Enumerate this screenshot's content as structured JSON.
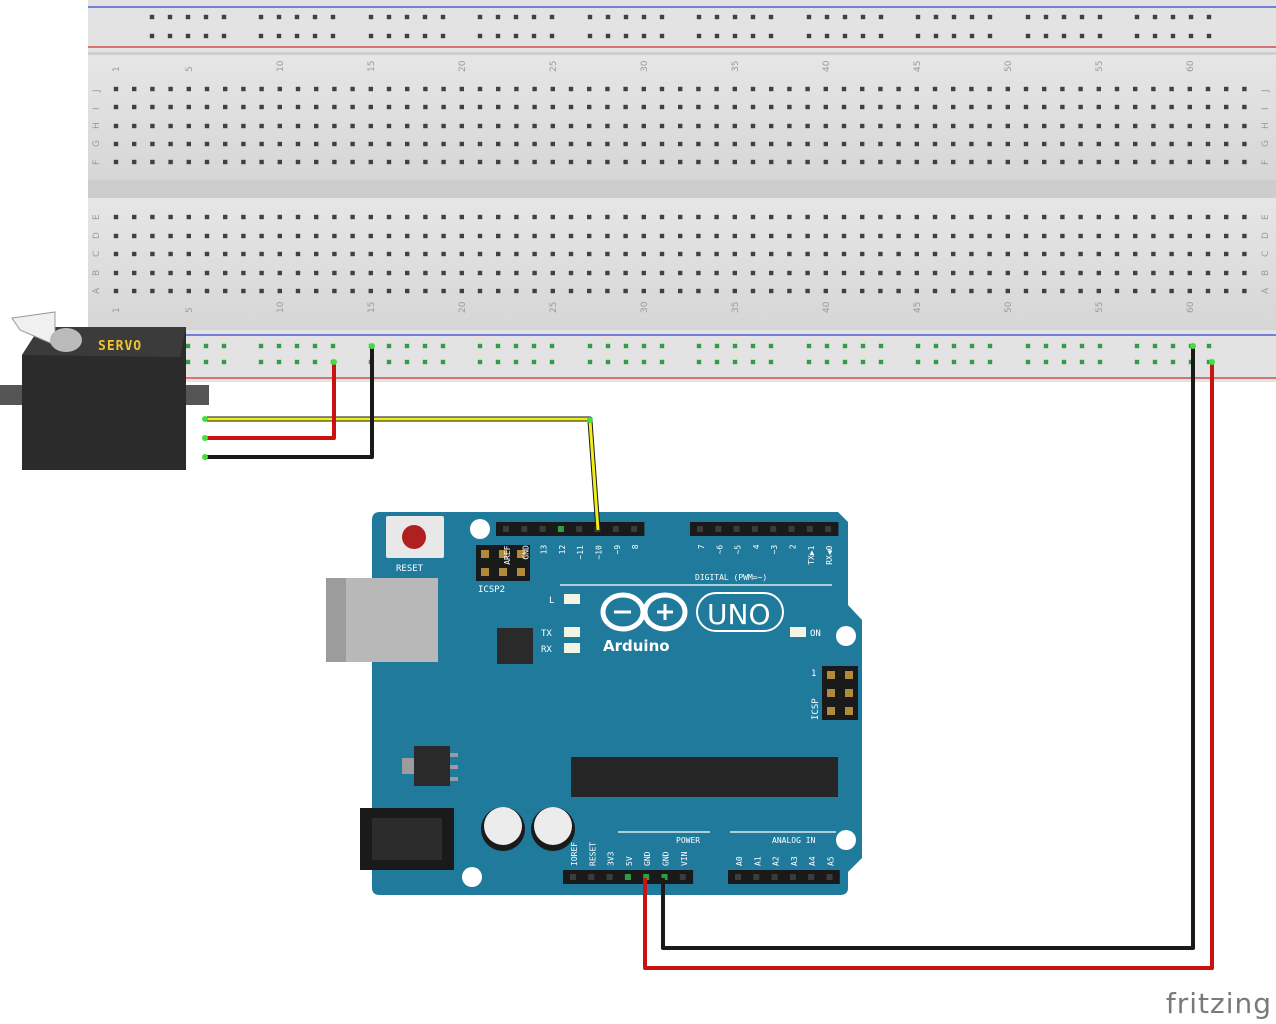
{
  "breadboard": {
    "column_numbers": [
      "1",
      "5",
      "10",
      "15",
      "20",
      "25",
      "30",
      "35",
      "40",
      "45",
      "50",
      "55",
      "60"
    ],
    "row_letters_top": [
      "J",
      "I",
      "H",
      "G",
      "F"
    ],
    "row_letters_bottom": [
      "E",
      "D",
      "C",
      "B",
      "A"
    ]
  },
  "servo": {
    "label": "SERVO"
  },
  "arduino": {
    "reset_label": "RESET",
    "icsp2_label": "ICSP2",
    "icsp_label": "ICSP",
    "icsp_pin1": "1",
    "brand": "Arduino",
    "model": "UNO",
    "digital_header_label": "DIGITAL (PWM=~)",
    "digital_pins_left": [
      "AREF",
      "GND",
      "13",
      "12",
      "~11",
      "~10",
      "~9",
      "8"
    ],
    "digital_pins_right": [
      "7",
      "~6",
      "~5",
      "4",
      "~3",
      "2",
      "TX▶1",
      "RX◀0"
    ],
    "led_labels": {
      "l": "L",
      "tx": "TX",
      "rx": "RX",
      "on": "ON"
    },
    "power_header_label": "POWER",
    "power_pins": [
      "IOREF",
      "RESET",
      "3V3",
      "5V",
      "GND",
      "GND",
      "VIN"
    ],
    "analog_header_label": "ANALOG IN",
    "analog_pins": [
      "A0",
      "A1",
      "A2",
      "A3",
      "A4",
      "A5"
    ]
  },
  "footer": {
    "watermark": "fritzing"
  },
  "colors": {
    "board_teal": "#1f7a9c",
    "wire_red": "#cc1111",
    "wire_black": "#1a1a1a",
    "wire_yellow": "#f2ee1a",
    "breadboard_grey": "#dcdcdc"
  }
}
